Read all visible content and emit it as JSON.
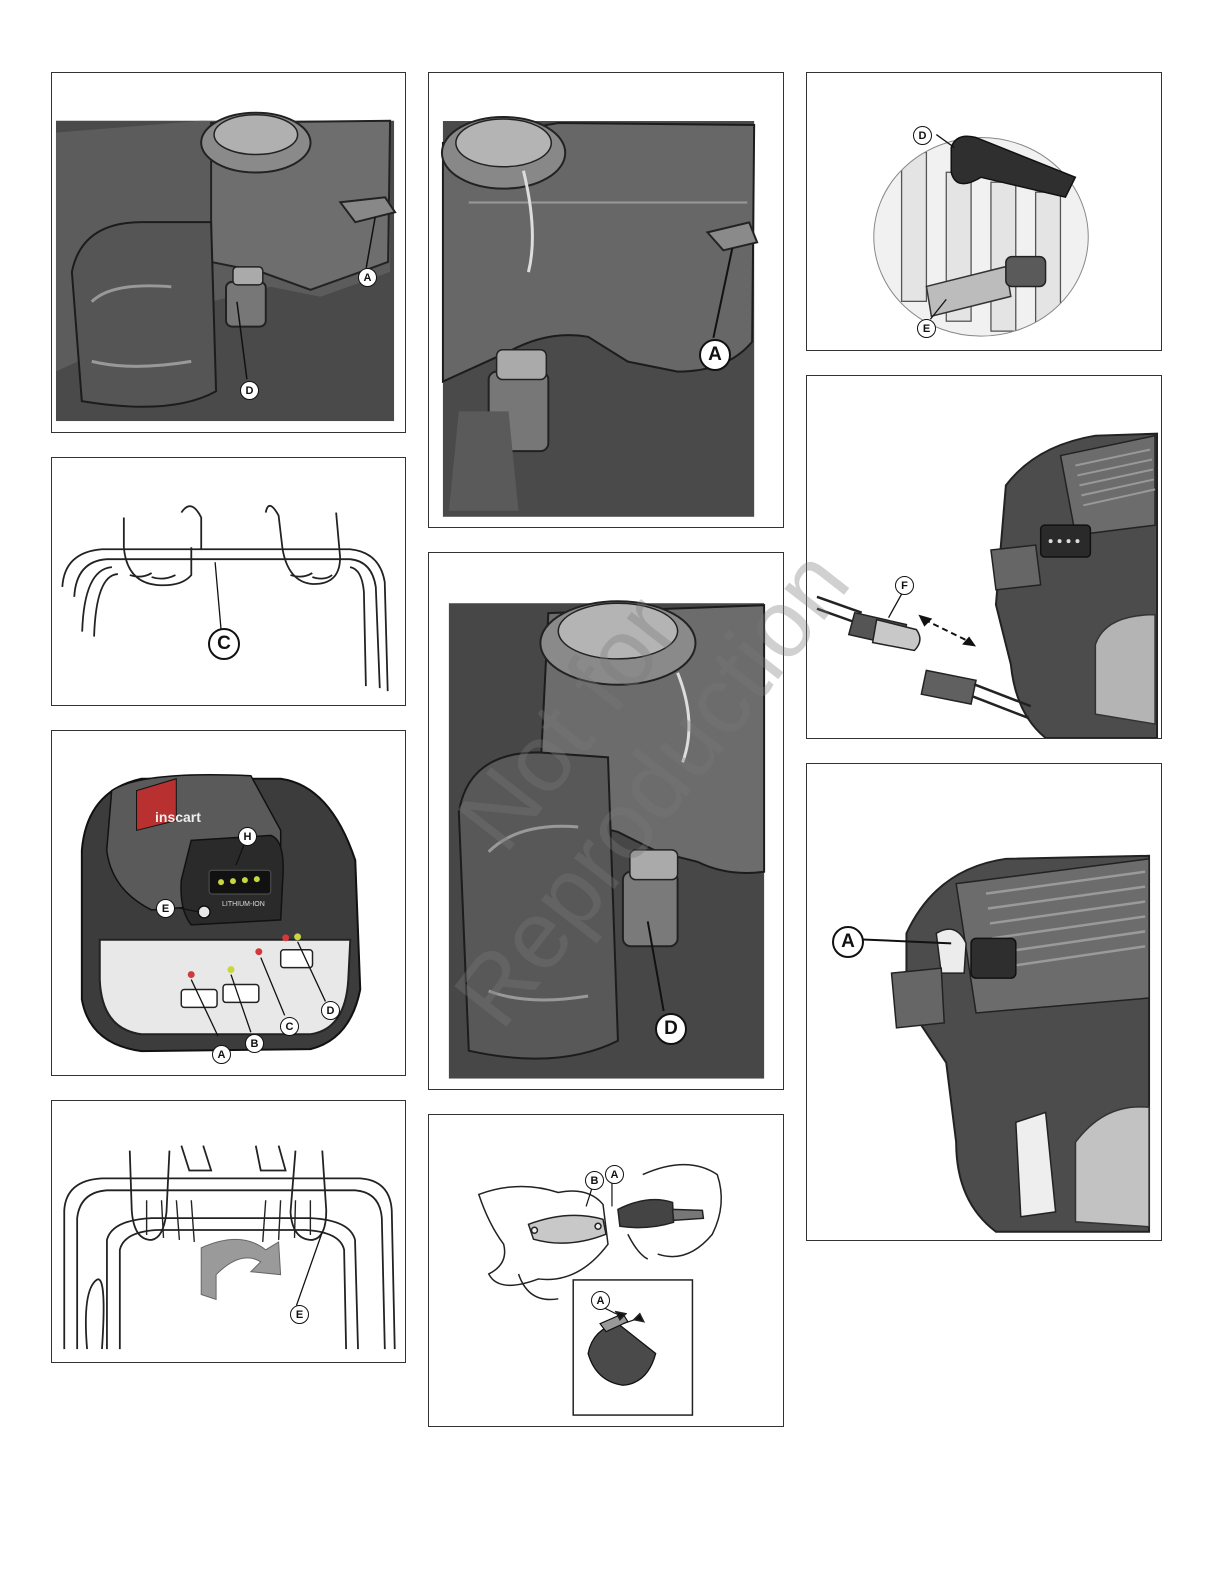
{
  "colors": {
    "engine_dark": "#3c3c3c",
    "engine_mid": "#6a6a6a",
    "engine_light": "#9a9a9a",
    "led_green": "#c8d640",
    "led_red": "#d23a3a",
    "outline": "#222222"
  },
  "watermark": {
    "line1": "Not for",
    "line2": "Reproduction"
  },
  "panel_fuel_valve_left": {
    "label_a": "A",
    "label_d": "D"
  },
  "panel_fuel_tank_right": {
    "label_a": "A"
  },
  "panel_spark_plug": {
    "label_d": "D",
    "label_e": "E"
  },
  "panel_handle_grip": {
    "label_c": "C"
  },
  "panel_connector": {
    "label_f": "F"
  },
  "panel_charger": {
    "brand": "inscart",
    "battery_text": "LITHIUM-ION",
    "label_h": "H",
    "label_e": "E",
    "label_a": "A",
    "label_b": "B",
    "label_c": "C",
    "label_d": "D"
  },
  "panel_fuel_valve_mid": {
    "label_d": "D"
  },
  "panel_engine_top": {
    "label_a": "A"
  },
  "panel_handle_push": {
    "label_e": "E"
  },
  "panel_gasket": {
    "label_a": "A",
    "label_b": "B",
    "label_inset_a": "A"
  }
}
